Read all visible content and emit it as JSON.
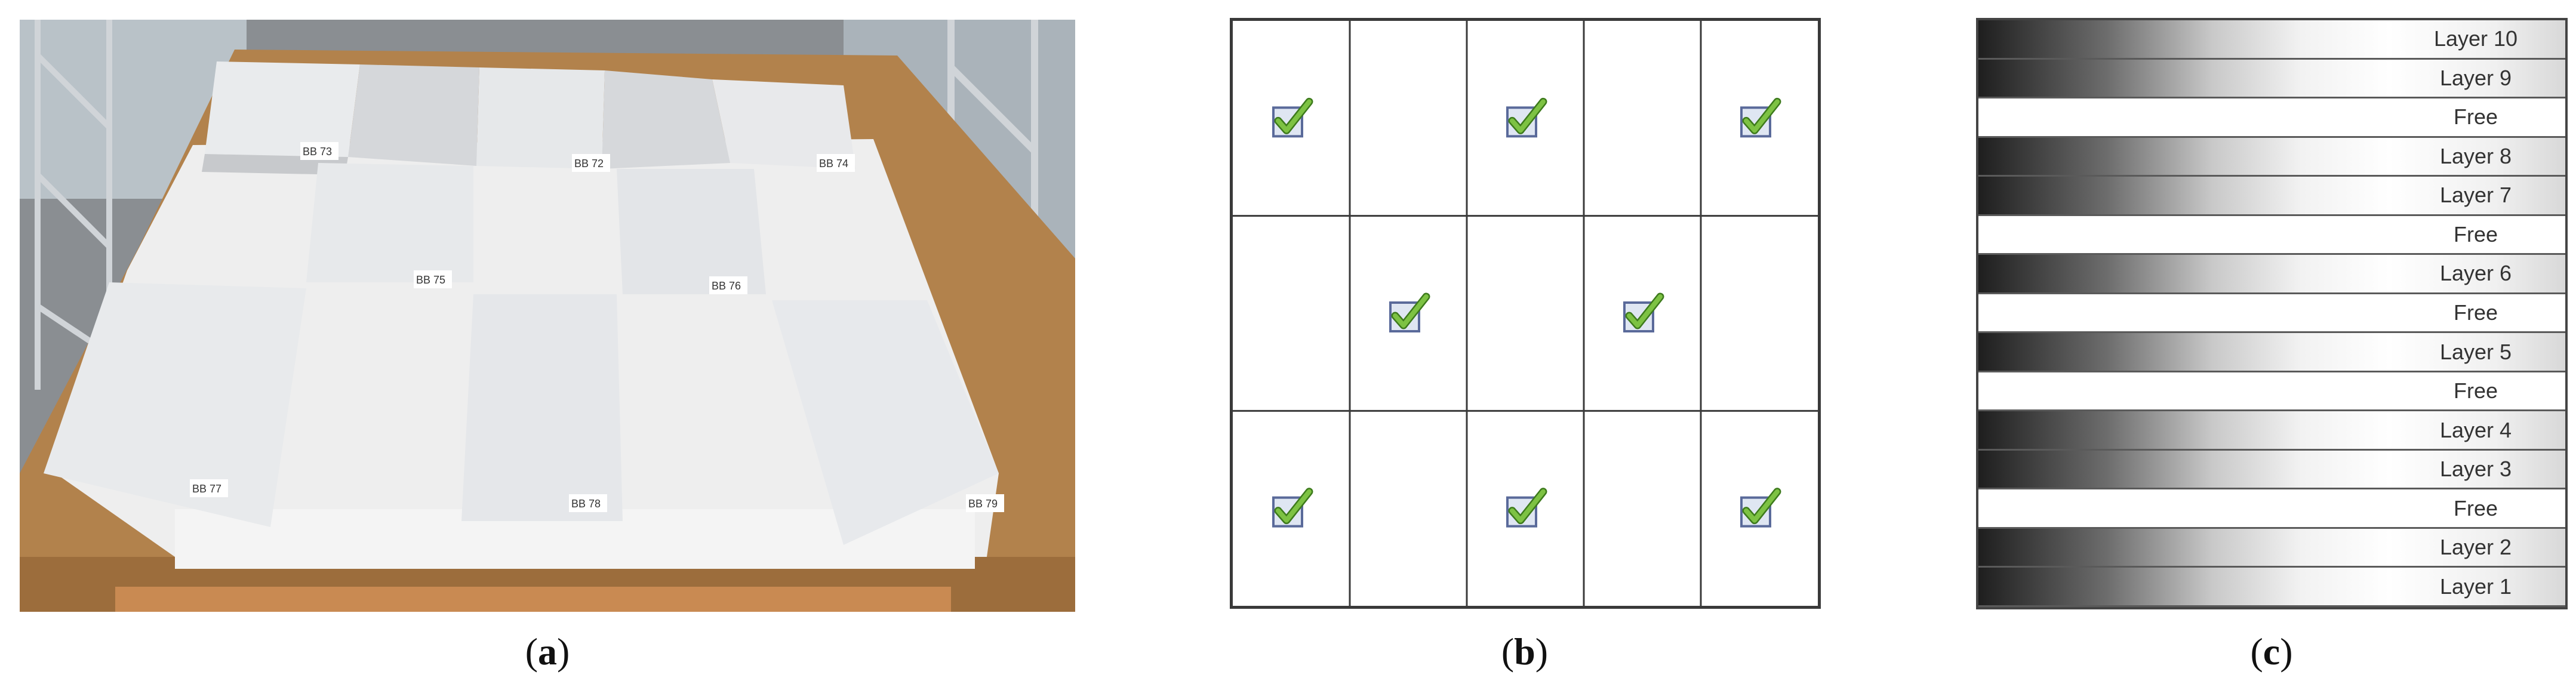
{
  "panel_a": {
    "box_labels": [
      "BB 73",
      "BB 72",
      "BB 74",
      "BB 75",
      "BB 76",
      "BB 77",
      "BB 78",
      "BB 79"
    ]
  },
  "panel_b": {
    "rows": 3,
    "cols": 5,
    "checked": [
      [
        0,
        0
      ],
      [
        0,
        2
      ],
      [
        0,
        4
      ],
      [
        1,
        1
      ],
      [
        1,
        3
      ],
      [
        2,
        0
      ],
      [
        2,
        2
      ],
      [
        2,
        4
      ]
    ],
    "check_color": "#7dc243",
    "box_color": "#5a6a9a"
  },
  "panel_c": {
    "rows": [
      {
        "label": "Layer 10",
        "kind": "layer"
      },
      {
        "label": "Layer 9",
        "kind": "layer"
      },
      {
        "label": "Free",
        "kind": "free"
      },
      {
        "label": "Layer 8",
        "kind": "layer"
      },
      {
        "label": "Layer 7",
        "kind": "layer"
      },
      {
        "label": "Free",
        "kind": "free"
      },
      {
        "label": "Layer 6",
        "kind": "layer"
      },
      {
        "label": "Free",
        "kind": "free"
      },
      {
        "label": "Layer 5",
        "kind": "layer"
      },
      {
        "label": "Free",
        "kind": "free"
      },
      {
        "label": "Layer 4",
        "kind": "layer"
      },
      {
        "label": "Layer 3",
        "kind": "layer"
      },
      {
        "label": "Free",
        "kind": "free"
      },
      {
        "label": "Layer 2",
        "kind": "layer"
      },
      {
        "label": "Layer 1",
        "kind": "layer"
      }
    ]
  },
  "captions": {
    "a": {
      "open": "(",
      "letter": "a",
      "close": ")"
    },
    "b": {
      "open": "(",
      "letter": "b",
      "close": ")"
    },
    "c": {
      "open": "(",
      "letter": "c",
      "close": ")"
    }
  }
}
